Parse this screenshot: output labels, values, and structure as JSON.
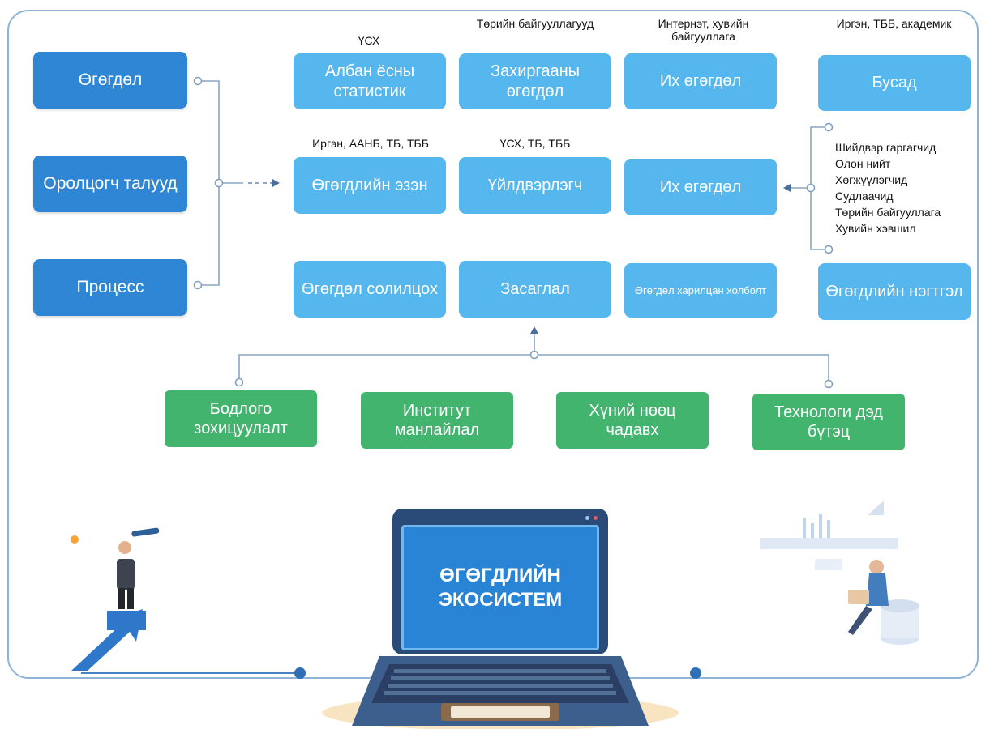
{
  "left_column": [
    {
      "label": "Өгөгдөл"
    },
    {
      "label": "Оролцогч талууд"
    },
    {
      "label": "Процесс"
    }
  ],
  "row1": {
    "captions": [
      "ҮСХ",
      "Төрийн байгууллагууд",
      "Интернэт, хувийн байгууллага",
      "Иргэн, ТББ, академик"
    ],
    "boxes": [
      "Албан ёсны статистик",
      "Захиргааны өгөгдөл",
      "Их өгөгдөл",
      "Бусад"
    ]
  },
  "row2": {
    "captions": [
      "Иргэн, ААНБ, ТБ, ТББ",
      "ҮСХ, ТБ, ТББ"
    ],
    "boxes": [
      "Өгөгдлийн эзэн",
      "Үйлдвэрлэгч",
      "Их өгөгдөл"
    ]
  },
  "audience": [
    "Шийдвэр гаргагчид",
    "Олон нийт",
    "Хөгжүүлэгчид",
    "Судлаачид",
    "Төрийн байгууллага",
    "Хувийн хэвшил"
  ],
  "row3": {
    "boxes": [
      "Өгөгдөл солилцох",
      "Засаглал",
      "Өгөгдөл харилцан холболт",
      "Өгөгдлийн нэгтгэл"
    ]
  },
  "enablers": [
    "Бодлого зохицуулалт",
    "Институт манлайлал",
    "Хүний нөөц чадавх",
    "Технологи дэд бүтэц"
  ],
  "laptop": {
    "line1": "ӨГӨГДЛИЙН",
    "line2": "ЭКОСИСТЕМ"
  },
  "colors": {
    "dark_blue": "#2e86d4",
    "light_blue": "#56b7ef",
    "green": "#42b46e",
    "frame": "#8fb3d6"
  }
}
